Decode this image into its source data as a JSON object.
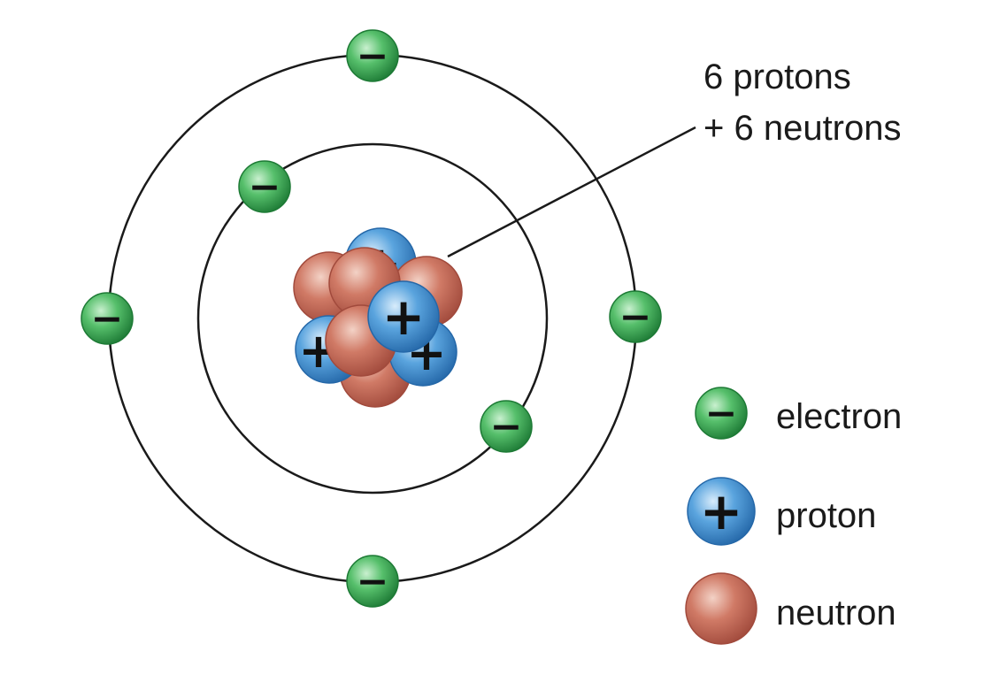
{
  "annotation": {
    "line1": "6 protons",
    "line2": "+ 6 neutrons"
  },
  "legend": {
    "electron": "electron",
    "proton": "proton",
    "neutron": "neutron"
  },
  "symbols": {
    "electron": "−",
    "proton": "+"
  },
  "colors": {
    "electron": "#2e9e4a",
    "proton": "#3f8fd0",
    "neutron": "#c4695a",
    "orbit": "#1a1a1a"
  }
}
